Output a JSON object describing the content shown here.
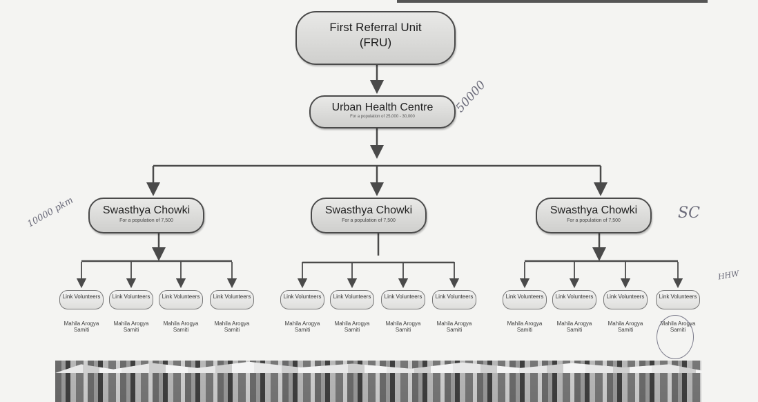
{
  "diagram": {
    "fru": {
      "title_line1": "First Referral Unit",
      "title_line2": "(FRU)"
    },
    "uhc": {
      "title": "Urban Health Centre",
      "subtitle": "For a population of 25,000 - 30,000"
    },
    "chowki": [
      {
        "title": "Swasthya Chowki",
        "subtitle": "For a population of 7,500"
      },
      {
        "title": "Swasthya Chowki",
        "subtitle": "For a population of 7,500"
      },
      {
        "title": "Swasthya Chowki",
        "subtitle": "For a population of 7,500"
      }
    ],
    "link_volunteers_label": "Link Volunteers",
    "mas_label": "Mahila Arogya Samiti"
  },
  "annotations": {
    "uhc_note": "50000",
    "chowki_note": "10000 pkm",
    "sc_note": "SC",
    "hhw_note": "HHW"
  },
  "colors": {
    "background": "#f4f4f2",
    "node_fill": "#d9d9d7",
    "line": "#4a4a4a",
    "handwriting": "#6b6b7a"
  },
  "chart_data": {
    "type": "hierarchy",
    "root": "First Referral Unit (FRU)",
    "levels": [
      "First Referral Unit",
      "Urban Health Centre",
      "Swasthya Chowki",
      "Link Volunteers",
      "Mahila Arogya Samiti"
    ],
    "counts": {
      "Urban Health Centre": 1,
      "Swasthya Chowki": 3,
      "Link Volunteers": 12,
      "Mahila Arogya Samiti": 12
    }
  }
}
